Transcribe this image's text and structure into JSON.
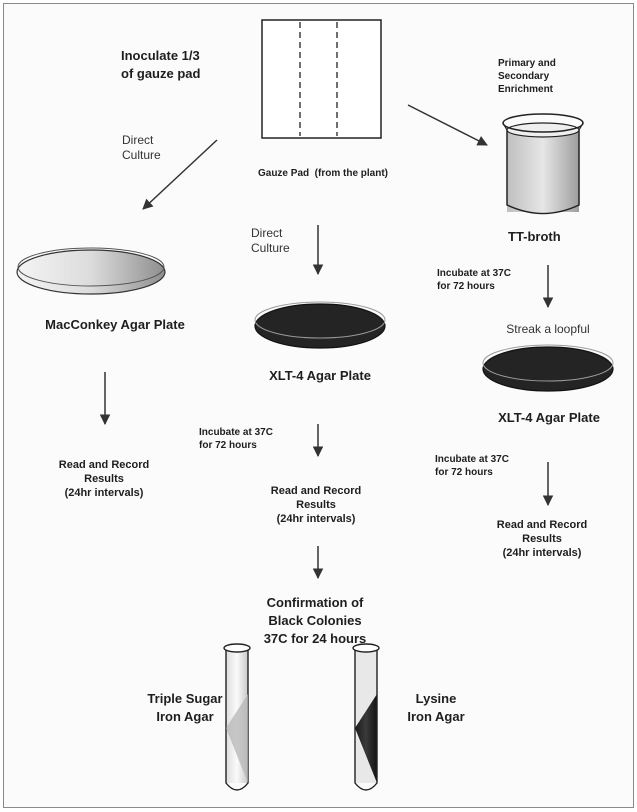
{
  "labels": {
    "inoculate": "Inoculate 1/3\nof gauze pad",
    "gauze_pad": "Gauze Pad  (from the plant)",
    "enrichment": "Primary and\nSecondary\nEnrichment",
    "direct_culture_left": "Direct\nCulture",
    "direct_culture_center": "Direct\nCulture",
    "tt_broth": "TT-broth",
    "incubate_right_1": "Incubate at 37C\nfor 72 hours",
    "macconkey": "MacConkey Agar Plate",
    "xlt4_center": "XLT-4 Agar Plate",
    "streak": "Streak a loopful",
    "xlt4_right": "XLT-4 Agar Plate",
    "incubate_center": "Incubate at 37C\nfor 72 hours",
    "incubate_right_2": "Incubate at 37C\nfor 72 hours",
    "read_left": "Read and Record\nResults\n(24hr intervals)",
    "read_center": "Read and Record\nResults\n(24hr intervals)",
    "read_right": "Read and Record\nResults\n(24hr intervals)",
    "confirmation": "Confirmation of\nBlack Colonies\n37C for 24 hours",
    "tsi": "Triple Sugar\nIron Agar",
    "lia": "Lysine\nIron Agar"
  }
}
